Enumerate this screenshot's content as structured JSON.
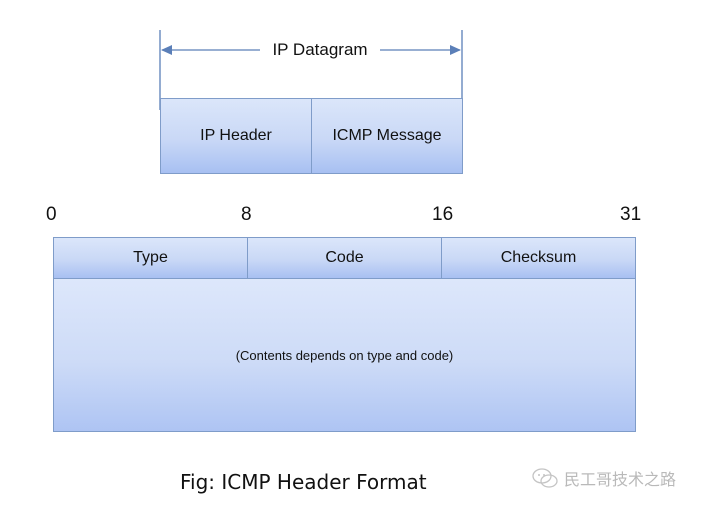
{
  "datagram": {
    "label": "IP Datagram",
    "cells": [
      "IP Header",
      "ICMP Message"
    ]
  },
  "bit_positions": [
    "0",
    "8",
    "16",
    "31"
  ],
  "header_fields": [
    "Type",
    "Code",
    "Checksum"
  ],
  "contents_text": "(Contents depends on type and code)",
  "caption": "Fig: ICMP Header Format",
  "watermark": "民工哥技术之路",
  "colors": {
    "cell_border": "#7f9cc9",
    "cell_fill_top": "#dbe6fa",
    "cell_fill_bottom": "#a8c0f2",
    "arrow": "#5b7fb8"
  }
}
